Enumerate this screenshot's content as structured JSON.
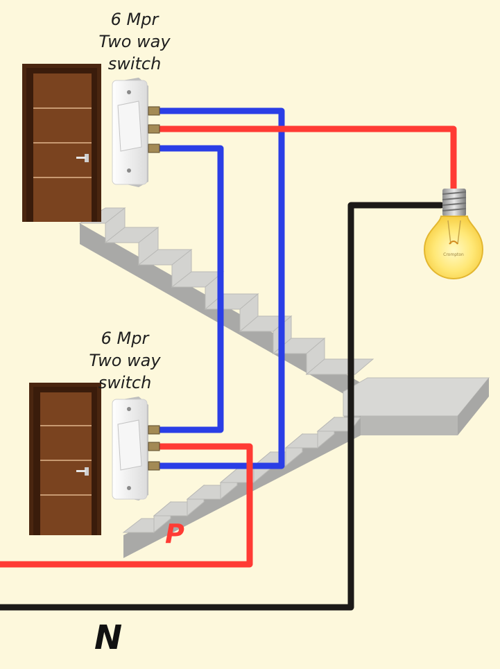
{
  "labels": {
    "top_switch": {
      "line1": "6 Mpr",
      "line2": "Two way",
      "line3": "switch"
    },
    "bottom_switch": {
      "line1": "6 Mpr",
      "line2": "Two way",
      "line3": "switch"
    },
    "phase": "P",
    "neutral": "N",
    "bulb_brand": "Crompton"
  },
  "colors": {
    "background": "#fdf8dc",
    "phase_wire": "#ff3b34",
    "traveler_wire": "#2a3ee6",
    "neutral_wire": "#1c1a18",
    "door": "#6b3a1b",
    "stairs": "#c9c9c6"
  },
  "icons": [
    "door-icon",
    "switch-icon",
    "bulb-icon",
    "staircase-icon"
  ]
}
